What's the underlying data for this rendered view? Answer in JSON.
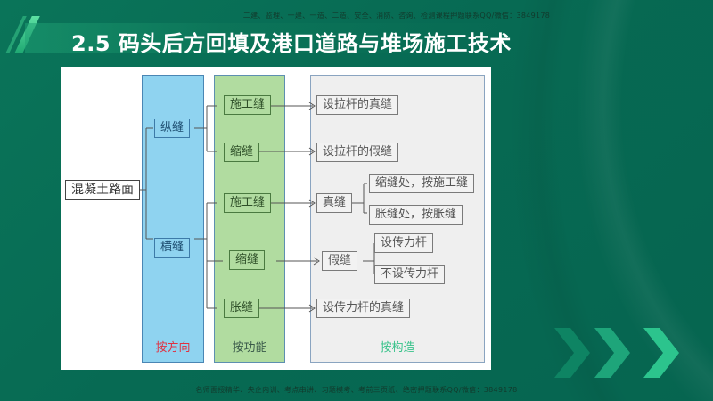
{
  "header": {
    "watermark_top": "二建、监理、一建、一造、二造、安全、消防、咨询、检测课程押题联系QQ/微信：3849178",
    "title": "2.5 码头后方回填及港口道路与堆场施工技术"
  },
  "footer": {
    "watermark_bottom": "名师面授精华、央企内训、考点串讲、习题模考、考前三页纸、绝密押题联系QQ/微信：3849178"
  },
  "diagram": {
    "root": "混凝土路面",
    "columns": {
      "direction": {
        "label": "按方向",
        "color": "#e03040"
      },
      "function": {
        "label": "按功能",
        "color": "#3a5a4a"
      },
      "structure": {
        "label": "按构造",
        "color": "#38c28a"
      }
    },
    "direction_nodes": [
      "纵缝",
      "横缝"
    ],
    "function_nodes": {
      "longitudinal": [
        "施工缝",
        "缩缝"
      ],
      "transverse": [
        "施工缝",
        "缩缝",
        "胀缝"
      ]
    },
    "structure_nodes": {
      "long_construction": "设拉杆的真缝",
      "long_contraction": "设拉杆的假缝",
      "trans_construction": "真缝",
      "trans_construction_children": [
        "缩缝处，按施工缝",
        "胀缝处，按胀缝"
      ],
      "trans_contraction": "假缝",
      "trans_contraction_children": [
        "设传力杆",
        "不设传力杆"
      ],
      "trans_expansion": "设传力杆的真缝"
    }
  }
}
